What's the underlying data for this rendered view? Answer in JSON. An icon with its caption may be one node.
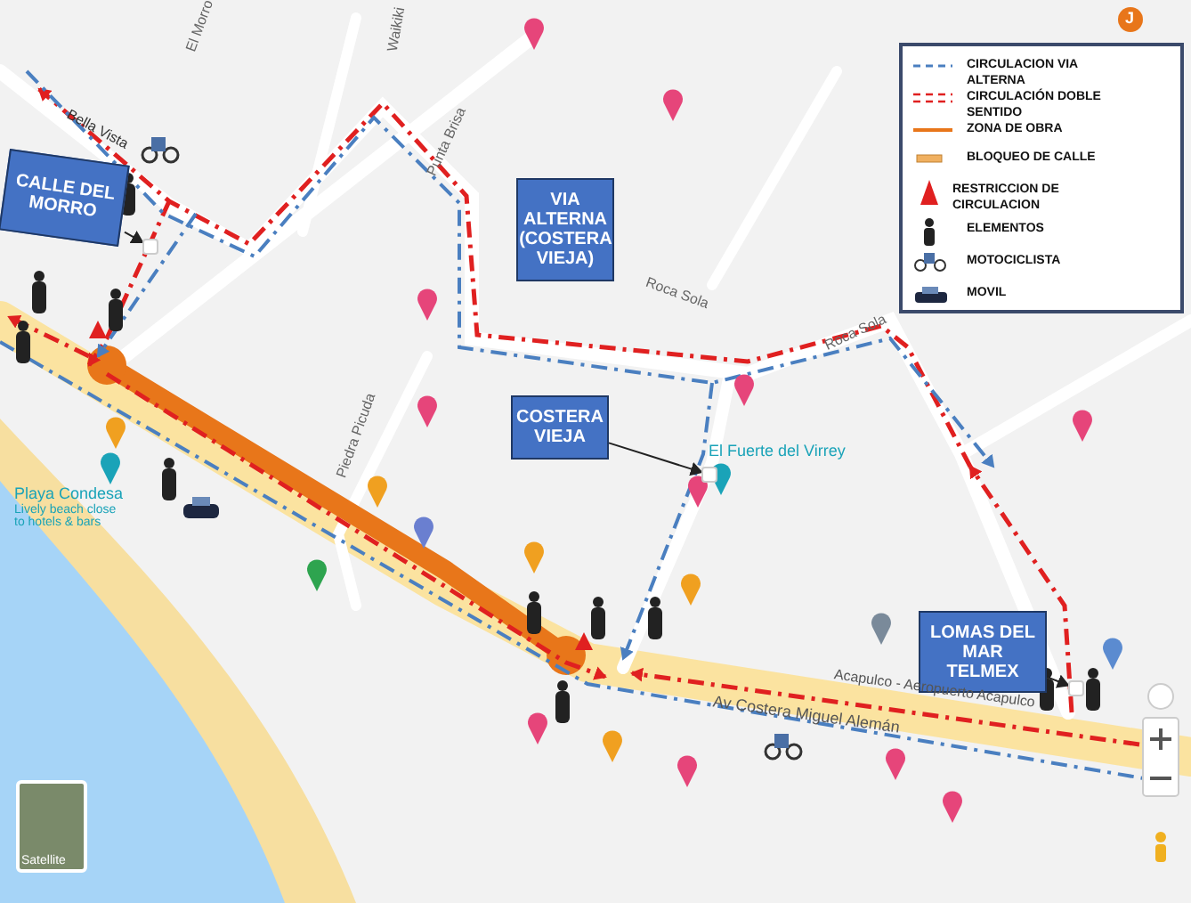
{
  "diagram": {
    "nodes": [
      {
        "text": [
          "CALLE DEL MORRO"
        ]
      },
      {
        "text": [
          "VIA ALTERNA (COSTERA VIEJA)"
        ]
      },
      {
        "text": [
          "COSTERA VIEJA"
        ]
      },
      {
        "text": [
          "LOMAS DEL MAR TELMEX"
        ]
      },
      {
        "text": [],
        "shape": "street"
      },
      {
        "text": [],
        "shape": "street"
      },
      {
        "text": [],
        "shape": "street"
      }
    ],
    "edges": [
      {
        "from": 0,
        "to": 4,
        "arrow": "to"
      },
      {
        "from": 2,
        "to": 5,
        "arrow": "to"
      },
      {
        "from": 3,
        "to": 6,
        "arrow": "to"
      }
    ],
    "labels": [
      "J",
      "Bella Vista",
      "El Morro",
      "Waikiki",
      "Punta Brisa",
      "Roca Sola",
      "Roca Sola",
      "Piedra Picuda",
      "El Fuerte del Virrey",
      "Playa Condesa",
      "Lively beach close to hotels & bars",
      "Acapulco - Aeropuerto Acapulco",
      "Av Costera Miguel Alemán",
      "Satellite"
    ],
    "legend": [
      {
        "text": "CIRCULACION VIA ALTERNA"
      },
      {
        "text": "CIRCULACIÓN DOBLE SENTIDO"
      },
      {
        "text": "ZONA DE OBRA"
      },
      {
        "text": "BLOQUEO DE CALLE"
      },
      {
        "text": "RESTRICCION DE CIRCULACION"
      },
      {
        "text": "ELEMENTOS"
      },
      {
        "text": "MOTOCICLISTA"
      },
      {
        "text": "MOVIL"
      }
    ]
  }
}
